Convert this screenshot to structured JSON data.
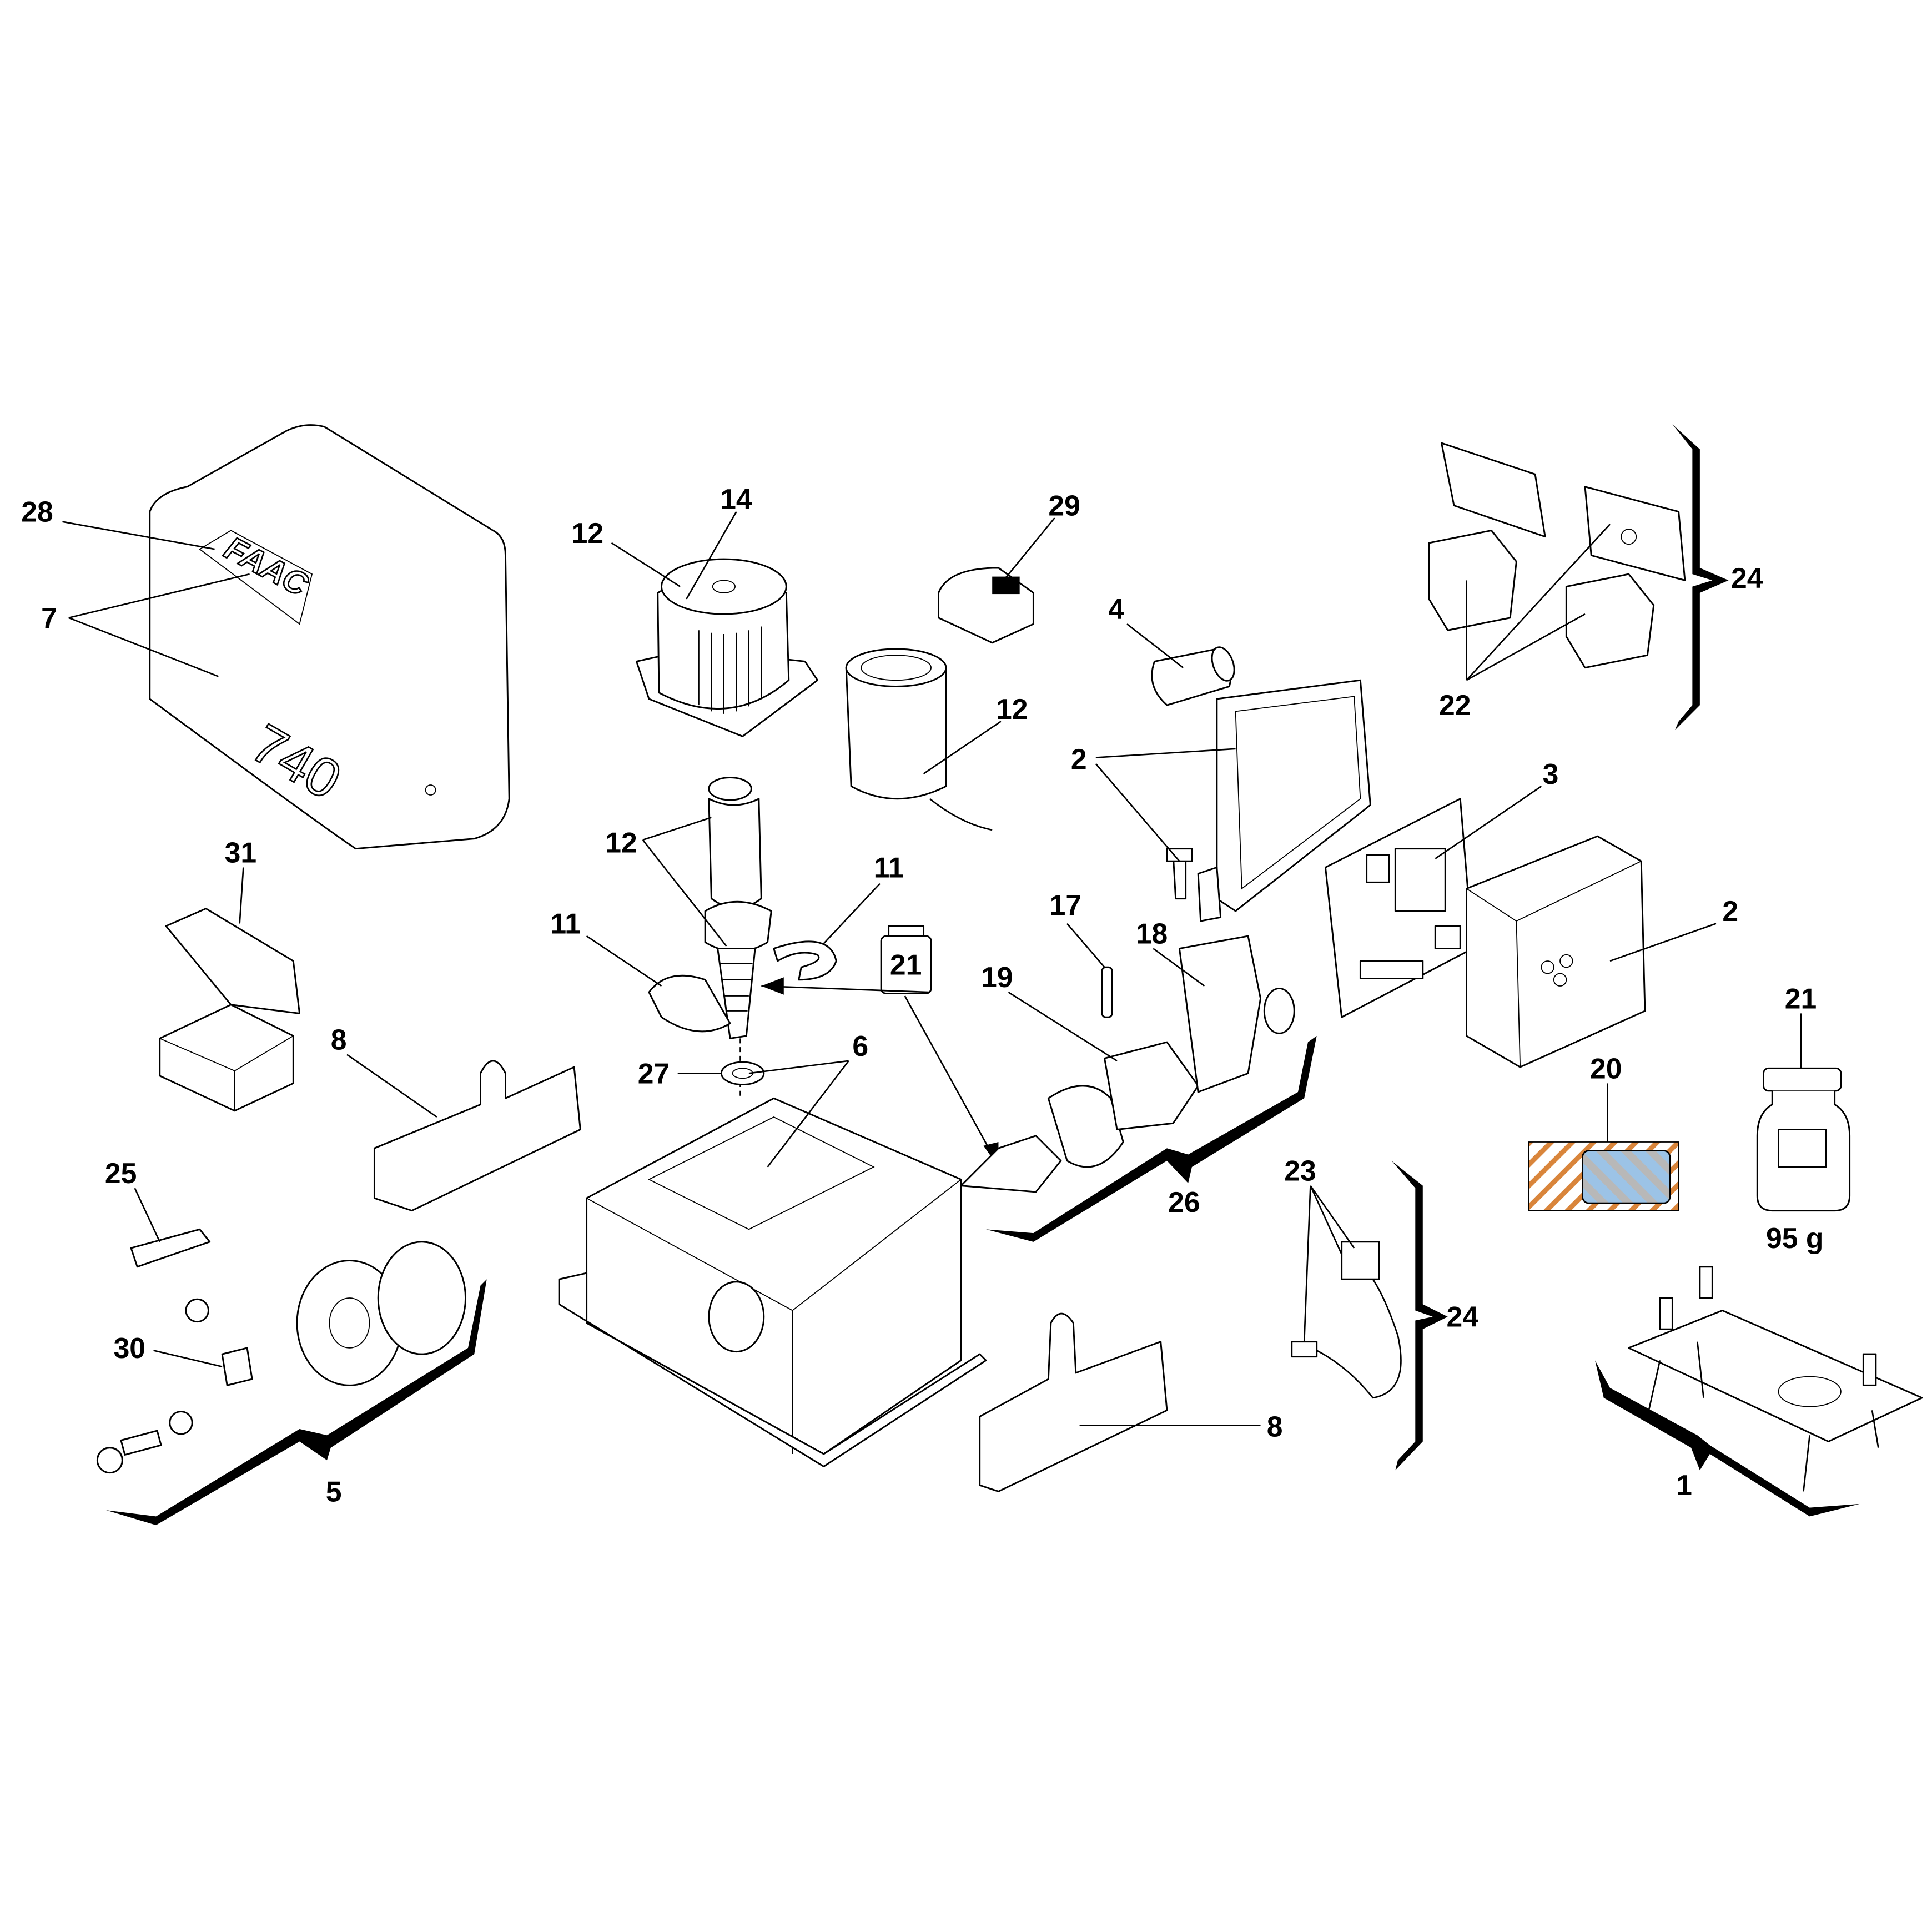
{
  "diagram": {
    "logo_text": "FAAC",
    "model_text": "740",
    "grease_weight": "95 g",
    "callouts": {
      "c28": "28",
      "c7": "7",
      "c14": "14",
      "c12a": "12",
      "c29": "29",
      "c4": "4",
      "c12b": "12",
      "c2a": "2",
      "c3": "3",
      "c24a": "24",
      "c22": "22",
      "c12c": "12",
      "c11a": "11",
      "c11b": "11",
      "c21box": "21",
      "c31": "31",
      "c17": "17",
      "c18": "18",
      "c19": "19",
      "c2b": "2",
      "c21": "21",
      "c20": "20",
      "c8a": "8",
      "c27": "27",
      "c6": "6",
      "c26": "26",
      "c23": "23",
      "c24b": "24",
      "c25": "25",
      "c30": "30",
      "c5": "5",
      "c8b": "8",
      "c1": "1"
    }
  }
}
